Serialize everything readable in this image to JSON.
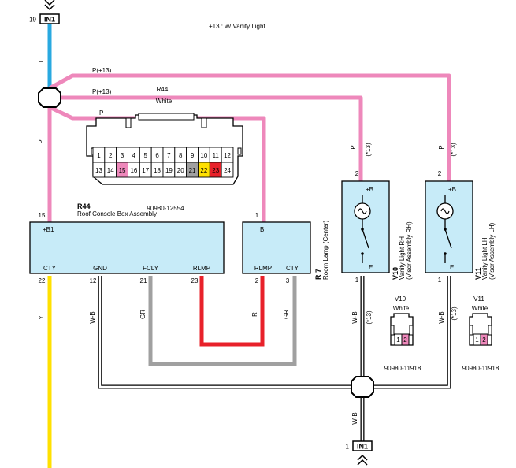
{
  "note": "+13 : w/ Vanity Light",
  "colors": {
    "pink": "#EE88BB",
    "blue": "#29A9E0",
    "yellow": "#FFE000",
    "red": "#E8212A",
    "gray": "#A0A0A0",
    "box_fill": "#C7EBF8",
    "connector_pin15": "#EE88BB",
    "connector_pin21": "#A0A0A0",
    "connector_pin22": "#FFE000",
    "connector_pin23": "#E8212A"
  },
  "top_connector": {
    "pin": "19",
    "label": "IN1"
  },
  "bottom_connector": {
    "pin": "1",
    "label": "IN1"
  },
  "wires": {
    "blue_label": "L",
    "pink_label": "P",
    "yellow_label": "Y",
    "wb_label": "W-B",
    "gr_label": "GR",
    "r_label": "R",
    "p13_upper": "P(+13)",
    "p13_lower": "P(+13)",
    "p_small": "P",
    "v10_p": "P",
    "v11_p": "P",
    "v10_plus13": "(*13)",
    "v11_plus13": "(*13)",
    "v10_wb": "W-B",
    "v11_wb": "W-B",
    "v10_wb_plus13": "(*13)",
    "v11_wb_plus13": "(*13)",
    "bottom_wb": "W-B"
  },
  "r44_connector": {
    "code": "R44",
    "color": "White",
    "part_number": "90980-12554",
    "row1": [
      "1",
      "2",
      "3",
      "4",
      "5",
      "6",
      "7",
      "8",
      "9",
      "10",
      "11",
      "12"
    ],
    "row2": [
      "13",
      "14",
      "15",
      "16",
      "17",
      "18",
      "19",
      "20",
      "21",
      "22",
      "23",
      "24"
    ]
  },
  "r44_box": {
    "code": "R44",
    "name": "Roof Console Box Assembly",
    "top_terminal": "+B1",
    "top_pin": "15",
    "terminals": [
      {
        "label": "CTY",
        "pin": "22"
      },
      {
        "label": "GND",
        "pin": "12"
      },
      {
        "label": "FCLY",
        "pin": "21"
      },
      {
        "label": "RLMP",
        "pin": "23"
      }
    ]
  },
  "r7_box": {
    "code": "R 7",
    "name": "Room Lamp (Center)",
    "top_terminal": "B",
    "top_pin": "1",
    "terminals": [
      {
        "label": "RLMP",
        "pin": "2"
      },
      {
        "label": "CTY",
        "pin": "3"
      }
    ]
  },
  "v10_box": {
    "code": "V10",
    "name": "Vanity Light RH",
    "sub": "(Visor Assembly RH)",
    "top_terminal": "+B",
    "top_pin": "2",
    "bottom_terminal": "E",
    "bottom_pin": "1"
  },
  "v11_box": {
    "code": "V11",
    "name": "Vanity Light LH",
    "sub": "(Visor Assembly LH)",
    "top_terminal": "+B",
    "top_pin": "2",
    "bottom_terminal": "E",
    "bottom_pin": "1"
  },
  "v10_connector": {
    "code": "V10",
    "color": "White",
    "part_number": "90980-11918",
    "pins": [
      "1",
      "2"
    ]
  },
  "v11_connector": {
    "code": "V11",
    "color": "White",
    "part_number": "90980-11918",
    "pins": [
      "1",
      "2"
    ]
  }
}
